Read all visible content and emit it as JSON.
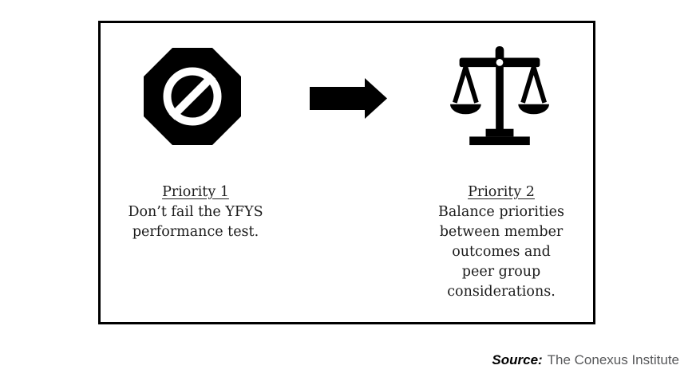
{
  "frame": {
    "border_color": "#000000",
    "background": "#ffffff"
  },
  "priority1": {
    "title": "Priority 1",
    "description": "Don’t fail the YFYS\nperformance test.",
    "icon": "no-entry-octagon-icon"
  },
  "connector": {
    "icon": "right-arrow-icon"
  },
  "priority2": {
    "title": "Priority 2",
    "description": "Balance priorities\nbetween member\noutcomes and\npeer group\nconsiderations.",
    "icon": "balance-scale-icon"
  },
  "source": {
    "label": "Source:",
    "name": "The Conexus Institute"
  },
  "colors": {
    "icon_fill": "#000000",
    "body_text": "#1c1c1c",
    "source_name_text": "#58595b"
  }
}
